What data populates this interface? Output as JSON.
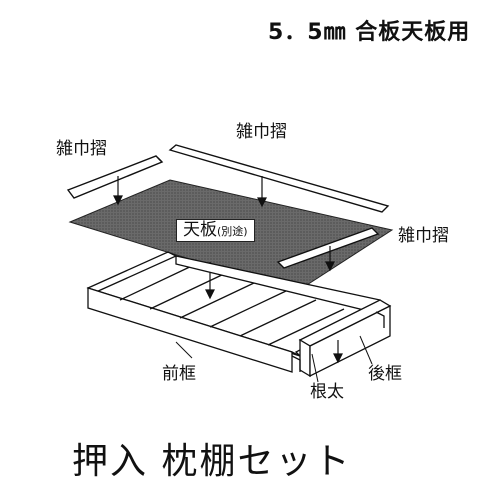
{
  "header": {
    "text": "5．5㎜ 合板天板用"
  },
  "labels": {
    "zakinzuri_left": "雑巾摺",
    "zakinzuri_top": "雑巾摺",
    "zakinzuri_right": "雑巾摺",
    "tenban": "天板",
    "tenban_note": "(別途)",
    "maegamachi": "前框",
    "nebuto": "根太",
    "ushirogamachi": "後框"
  },
  "footer": {
    "title": "押入 枕棚セット"
  },
  "colors": {
    "ink": "#111111",
    "board": "#555555",
    "paper": "#ffffff"
  }
}
